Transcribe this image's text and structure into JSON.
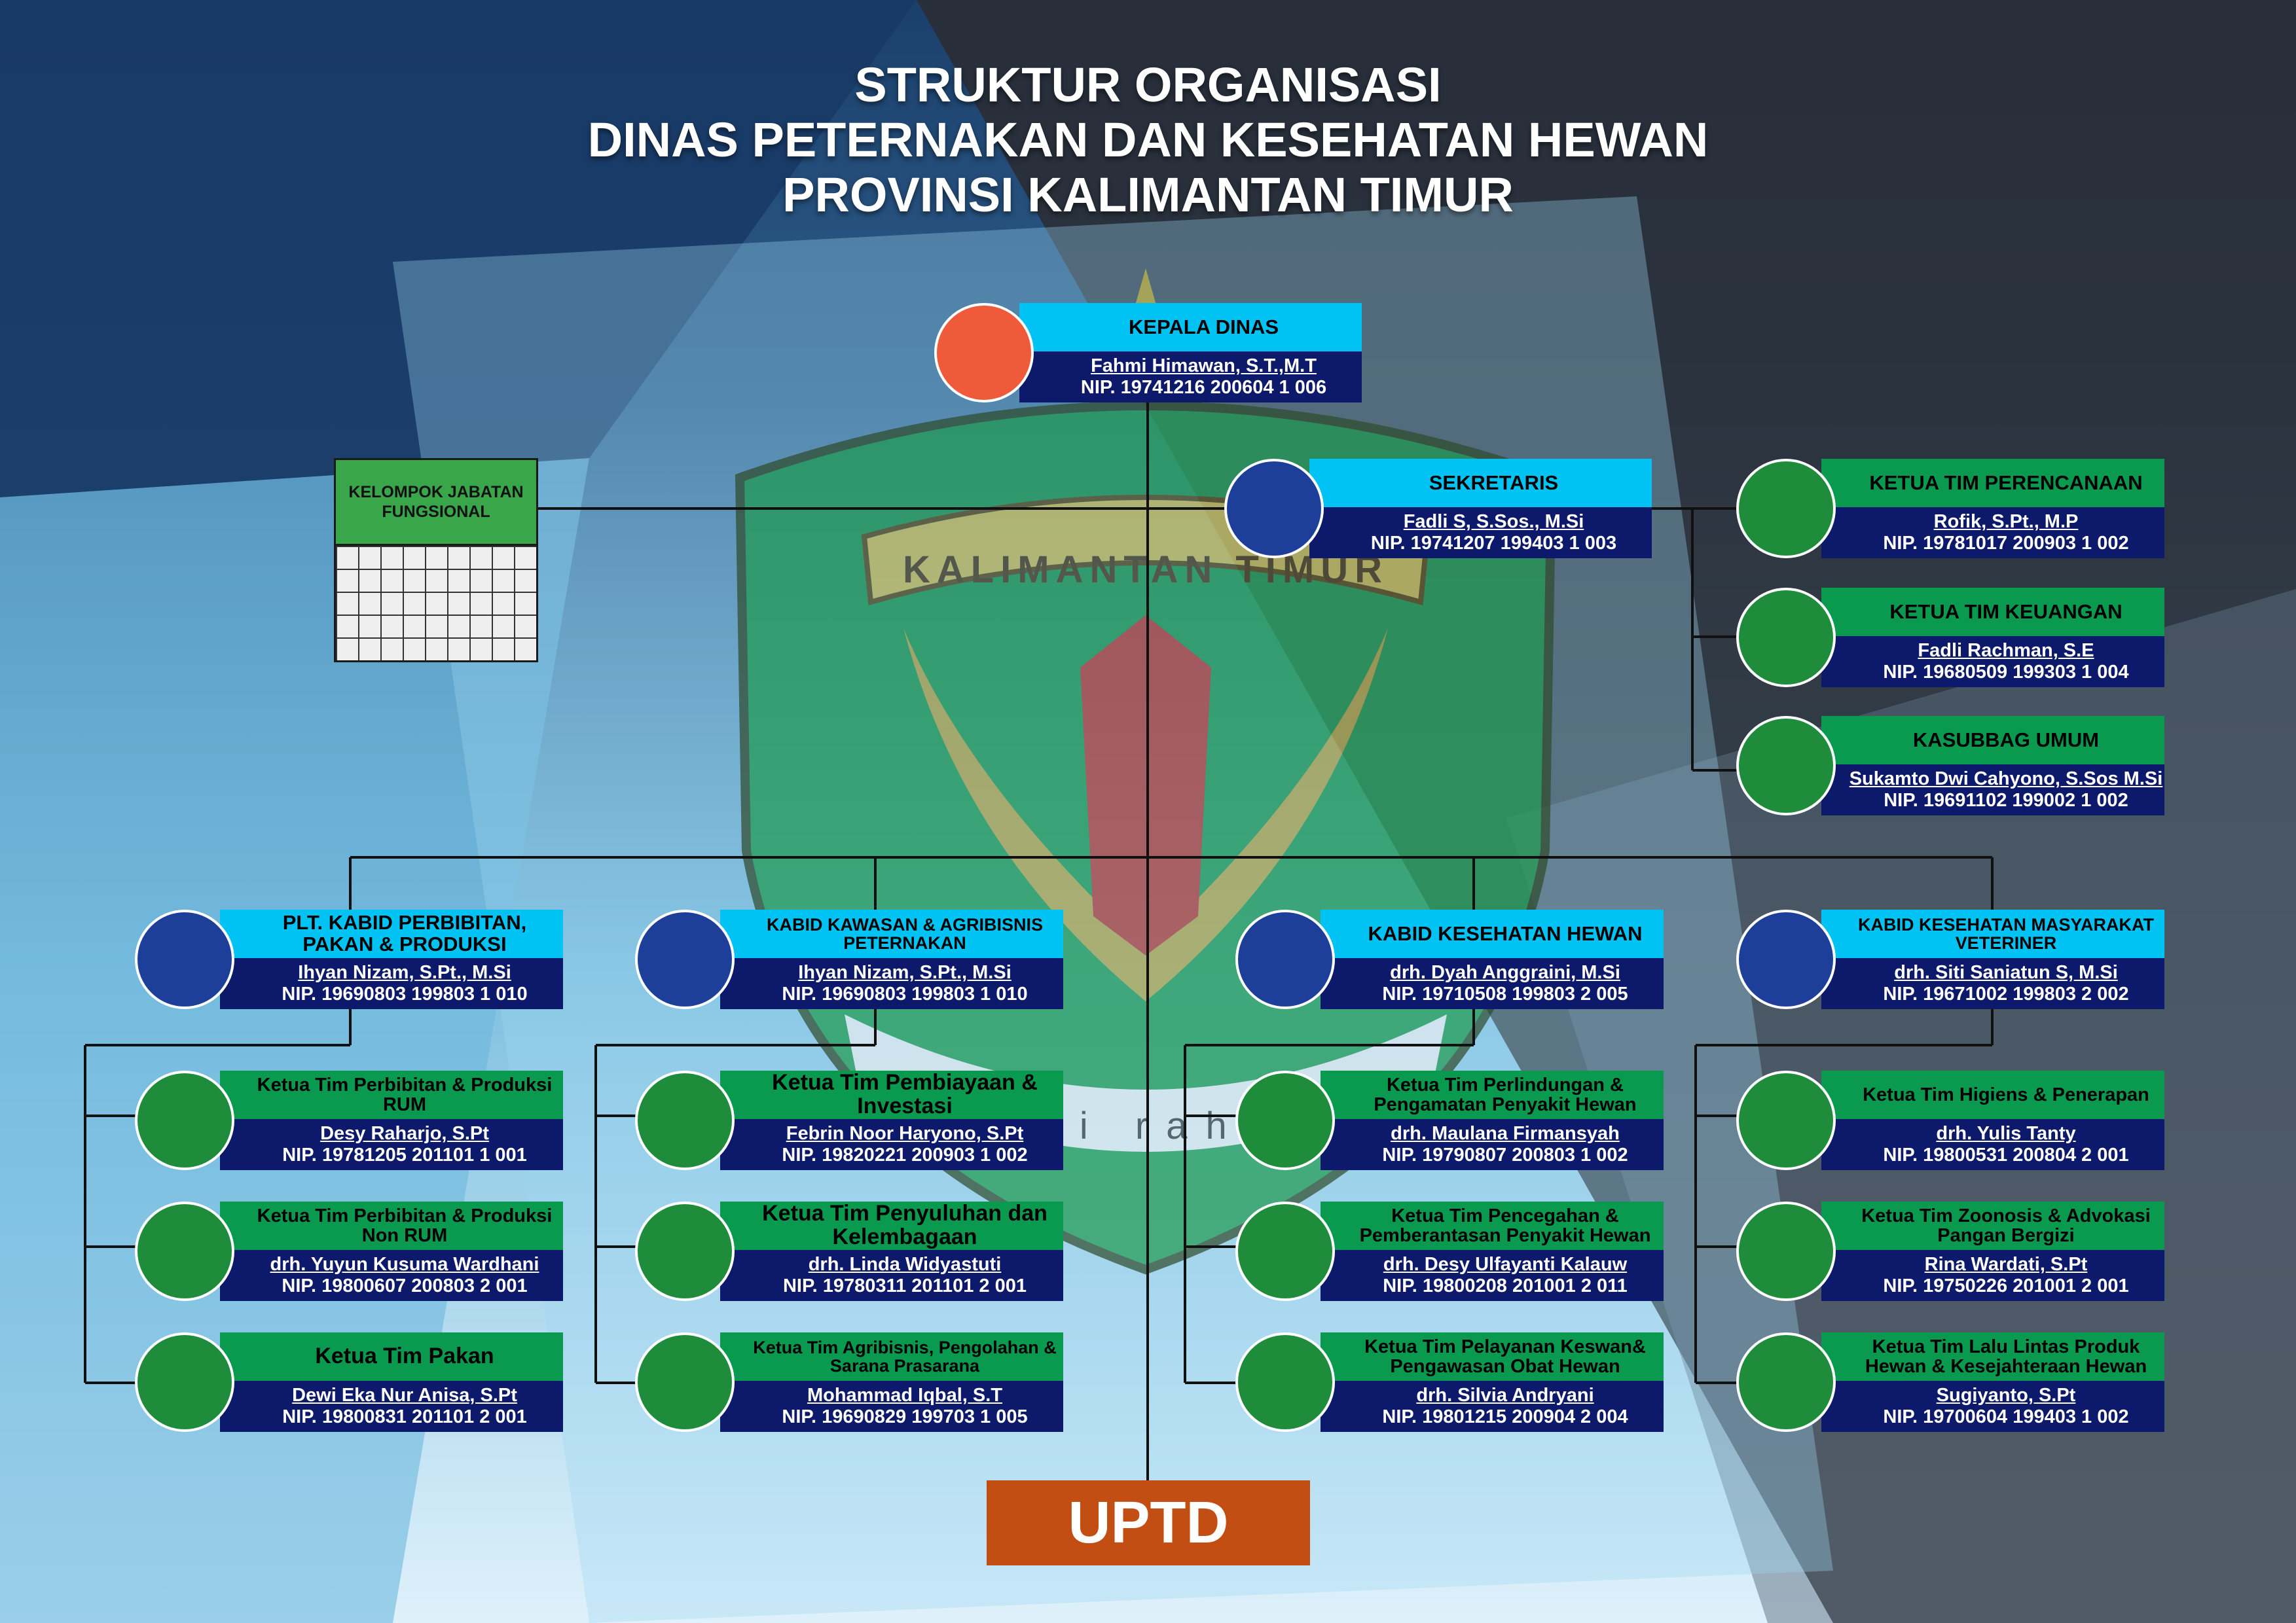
{
  "title": {
    "line1": "STRUKTUR ORGANISASI",
    "line2": "DINAS PETERNAKAN DAN KESEHATAN HEWAN",
    "line3": "PROVINSI KALIMANTAN TIMUR"
  },
  "emblem": {
    "ribbon_text": "KALIMANTAN TIMUR",
    "motto": "ruhui rahayu"
  },
  "jabatan_fungsional": "KELOMPOK JABATAN FUNGSIONAL",
  "uptd": "UPTD",
  "colors": {
    "header_cyan": "#00c3f4",
    "header_green": "#0a9a4f",
    "body_navy": "#0d1a6b",
    "uptd": "#c24e14",
    "jabatan_header": "#3aa64a"
  },
  "nodes": {
    "kepala": {
      "title": "KEPALA DINAS",
      "name": "Fahmi Himawan, S.T.,M.T",
      "nip": "NIP. 19741216 200604 1 006"
    },
    "sekretaris": {
      "title": "SEKRETARIS",
      "name": "Fadli S, S.Sos., M.Si",
      "nip": "NIP. 19741207 199403 1 003"
    },
    "perencanaan": {
      "title": "KETUA TIM PERENCANAAN",
      "name": "Rofik, S.Pt., M.P",
      "nip": "NIP. 19781017 200903 1 002"
    },
    "keuangan": {
      "title": "KETUA TIM KEUANGAN",
      "name": "Fadli Rachman, S.E",
      "nip": "NIP. 19680509 199303 1 004"
    },
    "umum": {
      "title": "KASUBBAG UMUM",
      "name": "Sukamto Dwi Cahyono, S.Sos M.Si",
      "nip": "NIP. 19691102 199002 1 002"
    },
    "bid1": {
      "title": "PLT. KABID PERBIBITAN, PAKAN & PRODUKSI",
      "name": "Ihyan Nizam, S.Pt., M.Si",
      "nip": "NIP. 19690803 199803 1 010"
    },
    "bid2": {
      "title": "KABID KAWASAN & AGRIBISNIS PETERNAKAN",
      "name": "Ihyan Nizam, S.Pt., M.Si",
      "nip": "NIP. 19690803 199803 1 010"
    },
    "bid3": {
      "title": "KABID  KESEHATAN HEWAN",
      "name": "drh. Dyah Anggraini, M.Si",
      "nip": "NIP. 19710508 199803 2 005"
    },
    "bid4": {
      "title": "KABID KESEHATAN MASYARAKAT VETERINER",
      "name": "drh. Siti Saniatun S, M.Si",
      "nip": "NIP. 19671002 199803 2 002"
    },
    "t1a": {
      "title": "Ketua Tim Perbibitan & Produksi RUM",
      "name": "Desy Raharjo, S.Pt",
      "nip": "NIP. 19781205 201101 1 001"
    },
    "t1b": {
      "title": "Ketua Tim Perbibitan & Produksi Non RUM",
      "name": "drh. Yuyun Kusuma Wardhani",
      "nip": "NIP. 19800607 200803 2 001"
    },
    "t1c": {
      "title": "Ketua Tim Pakan",
      "name": "Dewi Eka Nur Anisa, S.Pt",
      "nip": "NIP. 19800831 201101 2 001"
    },
    "t2a": {
      "title": "Ketua Tim Pembiayaan & Investasi",
      "name": "Febrin Noor Haryono, S.Pt",
      "nip": "NIP. 19820221 200903 1 002"
    },
    "t2b": {
      "title": "Ketua Tim Penyuluhan dan Kelembagaan",
      "name": "drh. Linda Widyastuti",
      "nip": "NIP. 19780311 201101 2 001"
    },
    "t2c": {
      "title": "Ketua Tim Agribisnis, Pengolahan & Sarana Prasarana",
      "name": "Mohammad Iqbal, S.T",
      "nip": "NIP. 19690829 199703 1 005"
    },
    "t3a": {
      "title": "Ketua Tim Perlindungan & Pengamatan Penyakit Hewan",
      "name": "drh. Maulana Firmansyah",
      "nip": "NIP. 19790807 200803 1 002"
    },
    "t3b": {
      "title": "Ketua Tim Pencegahan & Pemberantasan Penyakit Hewan",
      "name": "drh. Desy Ulfayanti Kalauw",
      "nip": "NIP. 19800208 201001 2 011"
    },
    "t3c": {
      "title": "Ketua Tim Pelayanan Keswan& Pengawasan Obat Hewan",
      "name": "drh. Silvia Andryani",
      "nip": "NIP. 19801215 200904 2 004"
    },
    "t4a": {
      "title": "Ketua Tim Higiens & Penerapan",
      "name": "drh. Yulis Tanty",
      "nip": "NIP. 19800531 200804 2 001"
    },
    "t4b": {
      "title": "Ketua Tim Zoonosis & Advokasi Pangan Bergizi",
      "name": "Rina Wardati, S.Pt",
      "nip": "NIP. 19750226 201001 2 001"
    },
    "t4c": {
      "title": "Ketua Tim Lalu Lintas Produk Hewan & Kesejahteraan Hewan",
      "name": "Sugiyanto, S.Pt",
      "nip": "NIP. 19700604 199403 1 002"
    }
  }
}
